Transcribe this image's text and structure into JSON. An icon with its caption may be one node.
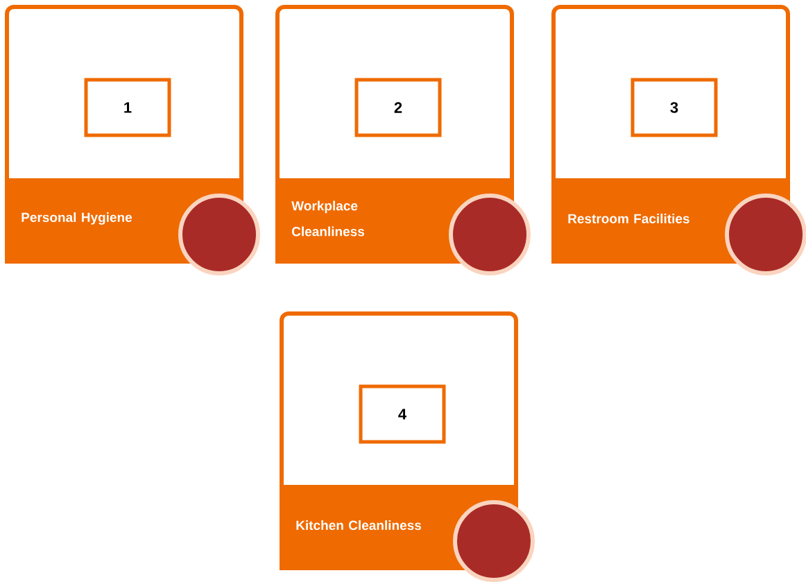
{
  "diagram": {
    "nodes": [
      {
        "text": [
          "Personal Hygiene"
        ]
      },
      {
        "text": [
          "1"
        ],
        "in": 0
      },
      {
        "text": [],
        "shape": "circle"
      },
      {
        "text": [
          "Workplace Cleanliness"
        ]
      },
      {
        "text": [
          "2"
        ],
        "in": 3
      },
      {
        "text": [],
        "shape": "circle"
      },
      {
        "text": [
          "Restroom Facilities"
        ]
      },
      {
        "text": [
          "3"
        ],
        "in": 6
      },
      {
        "text": [],
        "shape": "circle"
      },
      {
        "text": [
          "Kitchen Cleanliness"
        ]
      },
      {
        "text": [
          "4"
        ],
        "in": 9
      },
      {
        "text": [],
        "shape": "circle"
      }
    ]
  }
}
